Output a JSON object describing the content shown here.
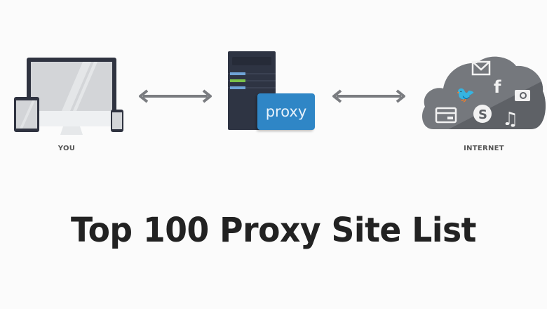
{
  "diagram": {
    "nodes": [
      {
        "id": "you",
        "label": "YOU",
        "icon": "devices-icon"
      },
      {
        "id": "proxy",
        "label": "proxy",
        "icon": "server-icon"
      },
      {
        "id": "internet",
        "label": "INTERNET",
        "icon": "cloud-icon"
      }
    ],
    "edges": [
      {
        "from": "you",
        "to": "proxy",
        "type": "bidirectional-arrow"
      },
      {
        "from": "proxy",
        "to": "internet",
        "type": "bidirectional-arrow"
      }
    ],
    "cloud_icons": [
      "mail-icon",
      "twitter-icon",
      "facebook-icon",
      "camera-icon",
      "credit-card-icon",
      "skype-icon",
      "music-icon"
    ]
  },
  "title": "Top 100 Proxy Site List",
  "colors": {
    "background": "#fbfbfb",
    "title": "#222222",
    "proxy_badge": "#2f86c6",
    "server": "#2e3443",
    "cloud": "#6d7075",
    "arrow": "#7a7c80",
    "device_frame": "#2f3340",
    "device_screen": "#d3d5d8"
  }
}
